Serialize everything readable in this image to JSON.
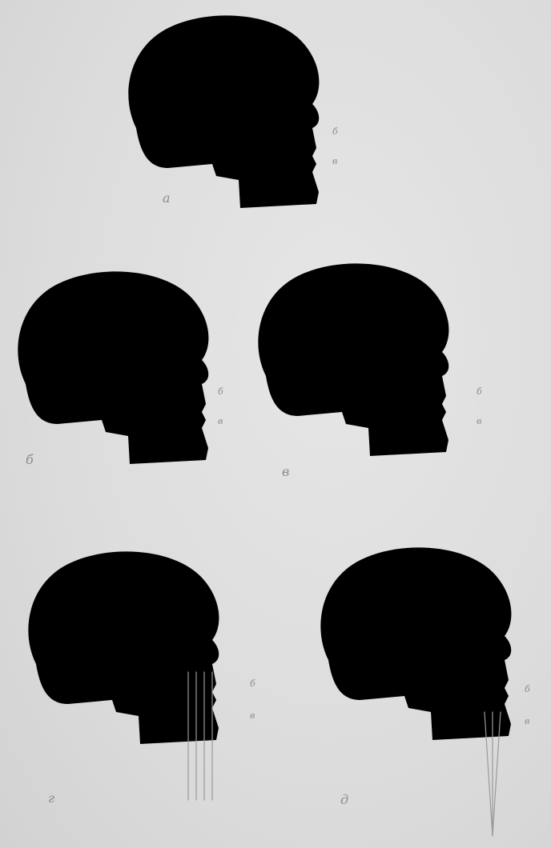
{
  "figures": [
    {
      "id": "a",
      "label": "а",
      "line_labels": [
        "б",
        "в"
      ]
    },
    {
      "id": "b",
      "label": "б",
      "line_labels": [
        "б",
        "в"
      ]
    },
    {
      "id": "c",
      "label": "в",
      "line_labels": [
        "б",
        "в"
      ]
    },
    {
      "id": "d",
      "label": "г",
      "line_labels": [
        "б",
        "в"
      ]
    },
    {
      "id": "e",
      "label": "д",
      "line_labels": [
        "б",
        "в"
      ]
    }
  ],
  "colors": {
    "line": "#8a8a8a",
    "background": "#dedede"
  }
}
